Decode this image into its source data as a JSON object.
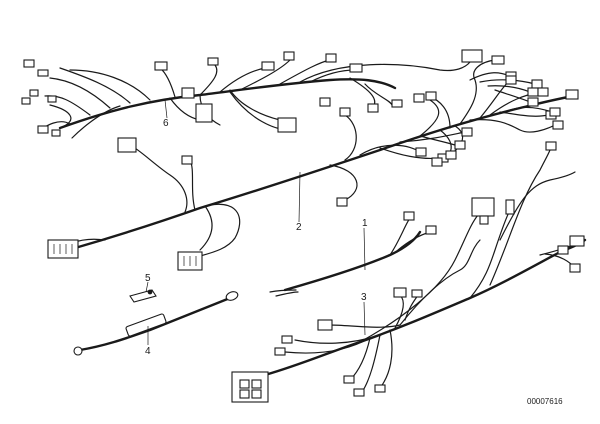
{
  "callouts": {
    "p1": "1",
    "p2": "2",
    "p3": "3",
    "p4": "4",
    "p5": "5",
    "p6": "6"
  },
  "drawing_number": "00007616"
}
